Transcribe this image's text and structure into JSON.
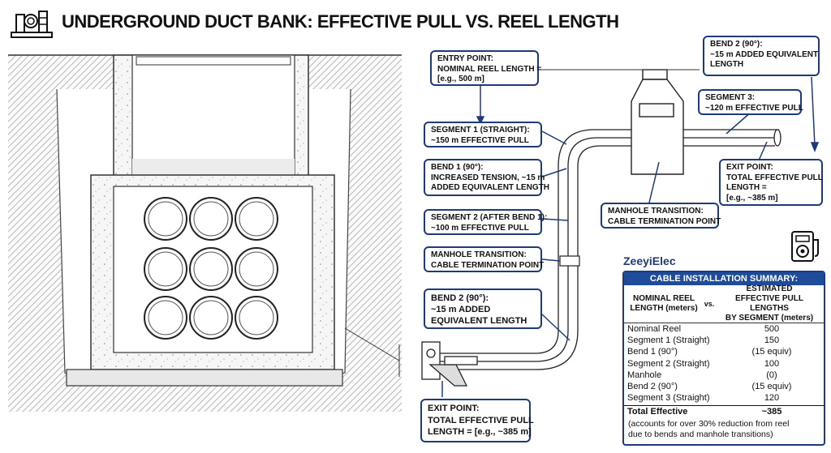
{
  "title": "UNDERGROUND DUCT BANK: EFFECTIVE PULL VS. REEL LENGTH",
  "brand": "ZeeyiElec",
  "callouts": {
    "entry": [
      "ENTRY POINT:",
      "NOMINAL REEL LENGTH =",
      "[e.g., 500 m]"
    ],
    "seg1": [
      "SEGMENT 1 (STRAIGHT):",
      "~150 m EFFECTIVE PULL"
    ],
    "bend1": [
      "BEND 1 (90°):",
      "INCREASED TENSION, ~15 m",
      "ADDED EQUIVALENT LENGTH"
    ],
    "seg2": [
      "SEGMENT 2 (AFTER BEND 1):",
      "~100 m EFFECTIVE PULL"
    ],
    "manhole_left": [
      "MANHOLE TRANSITION:",
      "CABLE TERMINATION POINT"
    ],
    "bend2_left": [
      "BEND 2 (90°):",
      "~15 m ADDED",
      "EQUIVALENT LENGTH"
    ],
    "exit_left": [
      "EXIT POINT:",
      "TOTAL EFFECTIVE PULL",
      "LENGTH = [e.g., ~385 m]"
    ],
    "bend2_top": [
      "BEND 2 (90°):",
      "~15 m ADDED EQUIVALENT",
      "LENGTH"
    ],
    "seg3": [
      "SEGMENT 3:",
      "~120 m EFFECTIVE PULL"
    ],
    "manhole_mid": [
      "MANHOLE TRANSITION:",
      "CABLE TERMINATION POINT"
    ],
    "exit_right": [
      "EXIT POINT:",
      "TOTAL EFFECTIVE PULL",
      "LENGTH =",
      "[e.g., ~385 m]"
    ]
  },
  "summary": {
    "header": "CABLE INSTALLATION SUMMARY:",
    "col1": [
      "NOMINAL REEL",
      "LENGTH (meters)"
    ],
    "vs": "vs.",
    "col2": [
      "ESTIMATED",
      "EFFECTIVE PULL LENGTHS",
      "BY SEGMENT (meters)"
    ],
    "rows": [
      {
        "label": "Nominal Reel",
        "value": "500"
      },
      {
        "label": "Segment 1 (Straight)",
        "value": "150"
      },
      {
        "label": "Bend 1 (90°)",
        "value": "(15 equiv)"
      },
      {
        "label": "Segment 2 (Straight)",
        "value": "100"
      },
      {
        "label": "Manhole",
        "value": "(0)"
      },
      {
        "label": "Bend 2 (90°)",
        "value": "(15 equiv)"
      },
      {
        "label": "Segment 3 (Straight)",
        "value": "120"
      }
    ],
    "total_label": "Total Effective",
    "total_value": "~385",
    "note": [
      "(accounts for over 30% reduction from reel",
      "due to bends and manhole transitions)"
    ]
  },
  "colors": {
    "accent": "#1f3a78",
    "header": "#1f4c9a",
    "concrete": "#f4f4f4"
  }
}
